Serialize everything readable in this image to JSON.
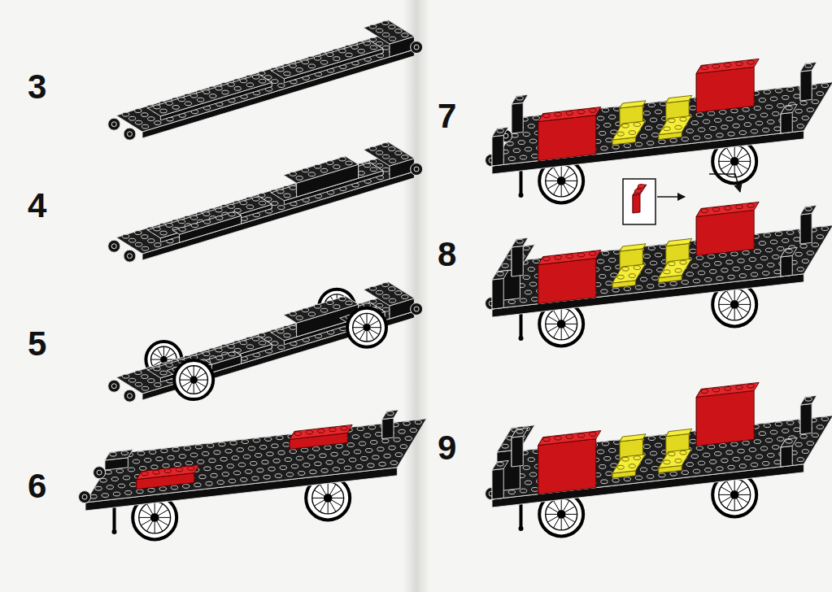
{
  "diagram": {
    "labels": [
      "3",
      "4",
      "5",
      "6",
      "7",
      "8",
      "9"
    ]
  }
}
